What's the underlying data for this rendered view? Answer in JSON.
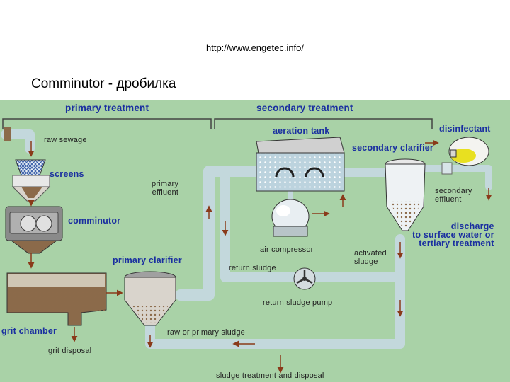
{
  "header": {
    "url": "http://www.engetec.info/",
    "title": "Comminutor - дробилка"
  },
  "diagram": {
    "sections": {
      "primary": "primary treatment",
      "secondary": "secondary treatment"
    },
    "labels": {
      "raw_sewage": "raw sewage",
      "screens": "screens",
      "comminutor": "comminutor",
      "primary_effluent": "primary\neffluent",
      "aeration_tank": "aeration tank",
      "disinfectant": "disinfectant",
      "secondary_clarifier": "secondary clarifier",
      "secondary_effluent": "secondary\neffluent",
      "discharge": "discharge\nto surface water or\ntertiary treatment",
      "air_compressor": "air compressor",
      "activated_sludge": "activated\nsludge",
      "return_sludge": "return sludge",
      "primary_clarifier": "primary clarifier",
      "return_sludge_pump": "return sludge pump",
      "grit_chamber": "grit chamber",
      "raw_or_primary_sludge": "raw or primary sludge",
      "grit_disposal": "grit disposal",
      "sludge_treatment": "sludge treatment and disposal"
    },
    "colors": {
      "background": "#a9d2a7",
      "pipe": "#c3d8dc",
      "label_blue": "#1a2fa0",
      "arrow": "#8a3a1a",
      "sludge": "#8b6a4a",
      "disinfectant": "#e8e020"
    }
  }
}
